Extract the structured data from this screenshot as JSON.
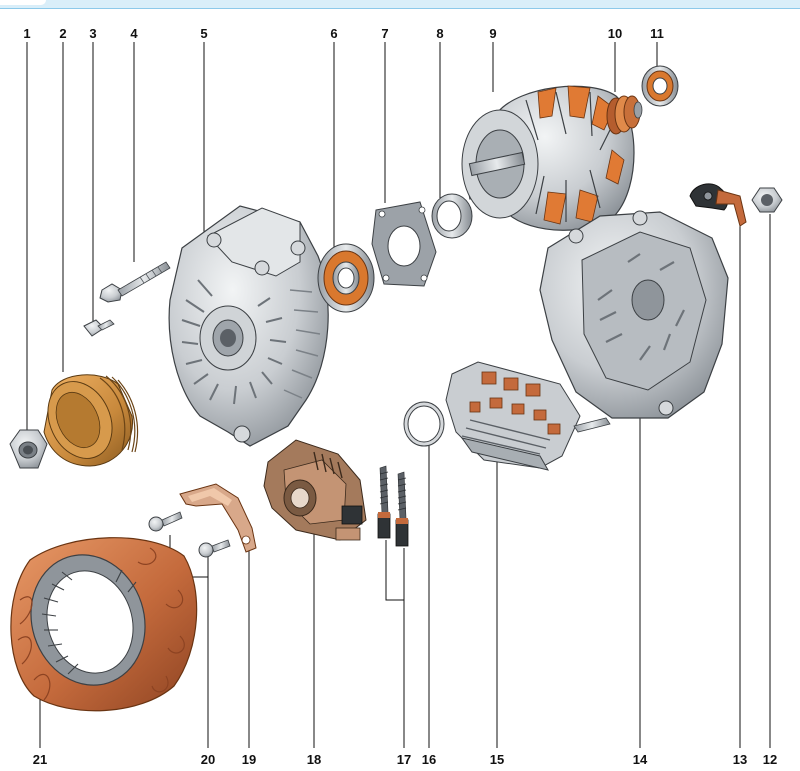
{
  "figure": {
    "top_labels": [
      "1",
      "2",
      "3",
      "4",
      "5",
      "6",
      "7",
      "8",
      "9",
      "10",
      "11"
    ],
    "bottom_labels": [
      "21",
      "20",
      "19",
      "18",
      "17",
      "16",
      "15",
      "14",
      "13",
      "12"
    ]
  },
  "palette": {
    "copper": "#c46a3c",
    "copper_light": "#e08a5a",
    "bronze": "#c8893c",
    "metal": "#c9cdd1",
    "metal_dark": "#8f959b",
    "outline": "#3c4044",
    "accent_bar": "#8cc9ea"
  }
}
